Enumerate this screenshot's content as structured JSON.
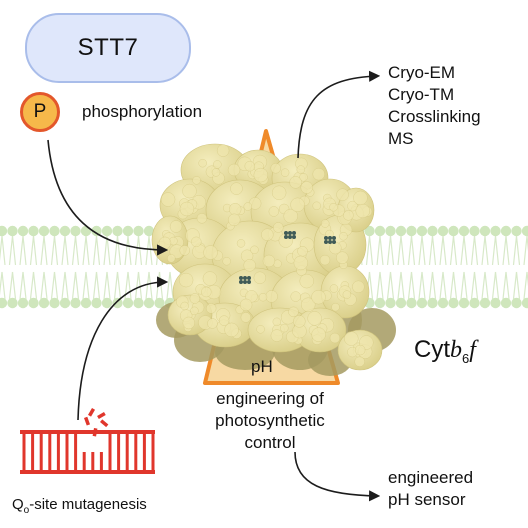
{
  "kinase": {
    "name": "STT7"
  },
  "phospho": {
    "badge": "P",
    "label": "phosphorylation"
  },
  "methods": {
    "items": [
      "Cryo-EM",
      "Cryo-TM",
      "Crosslinking",
      "MS"
    ]
  },
  "complex": {
    "prefix": "Cyt",
    "italic_b": "b",
    "subscript": "6",
    "italic_f": "f"
  },
  "ph_label": "pH",
  "engineering": {
    "lines": [
      "engineering of",
      "photosynthetic",
      "control"
    ]
  },
  "mutagenesis": {
    "label_prefix": "Q",
    "label_sub": "o",
    "label_rest": "-site mutagenesis"
  },
  "sensor": {
    "lines": [
      "engineered",
      "pH sensor"
    ]
  },
  "colors": {
    "membrane_head": "#cfe6bc",
    "protein_fill": "#e9e0a2",
    "protein_dark": "#a49a60",
    "triangle_fill": "#f7d9a3",
    "triangle_stroke": "#ef8a2a",
    "dna_red": "#e0362c",
    "arrow": "#1c1c1c"
  }
}
